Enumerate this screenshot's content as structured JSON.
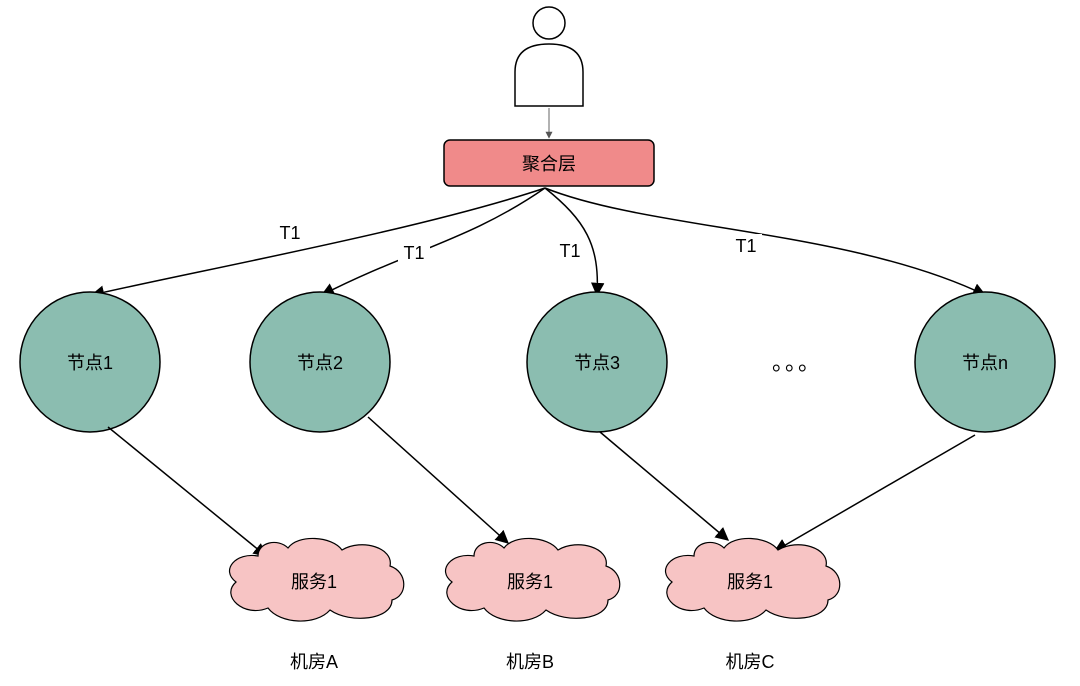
{
  "colors": {
    "node_fill": "#8BBDB0",
    "aggregator_fill": "#F08A8A",
    "cloud_fill": "#F7C4C4",
    "stroke": "#000000"
  },
  "user": {
    "icon": "person-icon"
  },
  "aggregator": {
    "label": "聚合层"
  },
  "edges": {
    "t1": "T1"
  },
  "nodes": [
    {
      "label": "节点1"
    },
    {
      "label": "节点2"
    },
    {
      "label": "节点3"
    },
    {
      "label": "节点n"
    }
  ],
  "ellipsis": "。。。",
  "services": [
    {
      "label": "服务1",
      "room": "机房A"
    },
    {
      "label": "服务1",
      "room": "机房B"
    },
    {
      "label": "服务1",
      "room": "机房C"
    }
  ]
}
